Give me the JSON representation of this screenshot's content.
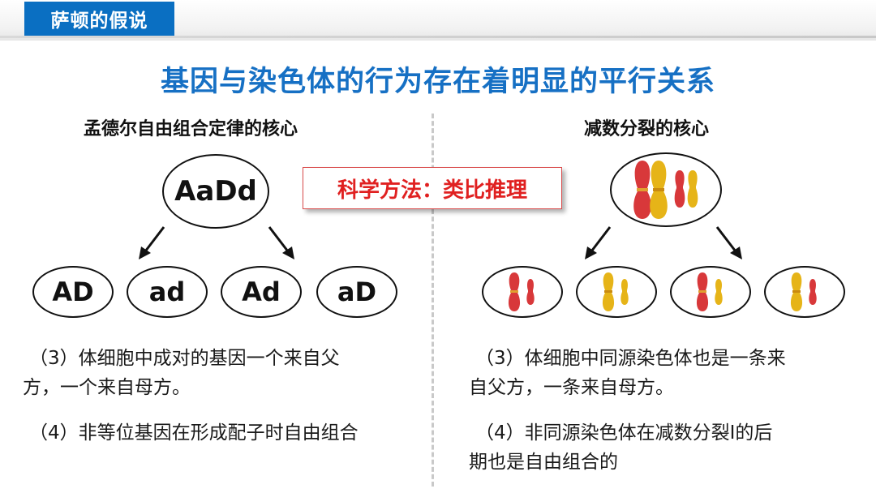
{
  "header": {
    "tab_label": "萨顿的假说"
  },
  "title": "基因与染色体的行为存在着明显的平行关系",
  "left": {
    "heading": "孟德尔自由组合定律的核心",
    "genotype": "AaDd",
    "gametes": [
      "AD",
      "ad",
      "Ad",
      "aD"
    ],
    "para3": "（3）体细胞中成对的基因一个来自父方，一个来自母方。",
    "para3_line1": "（3）体细胞中成对的基因一个来自父",
    "para3_line2": "方，一个来自母方。",
    "para4": "（4）非等位基因在形成配子时自由组合"
  },
  "method_label": "科学方法：类比推理",
  "right": {
    "heading": "减数分裂的核心",
    "para3_line1": "（3）体细胞中同源染色体也是一条来",
    "para3_line2": "自父方，一条来自母方。",
    "para4_line1": "（4）非同源染色体在减数分裂Ⅰ的后",
    "para4_line2": "期也是自由组合的"
  },
  "colors": {
    "header_blue": "#0a6fc2",
    "title_blue": "#1670c4",
    "method_red": "#e02020",
    "chromosome_red": "#d8383a",
    "chromosome_yellow": "#e6b418"
  }
}
